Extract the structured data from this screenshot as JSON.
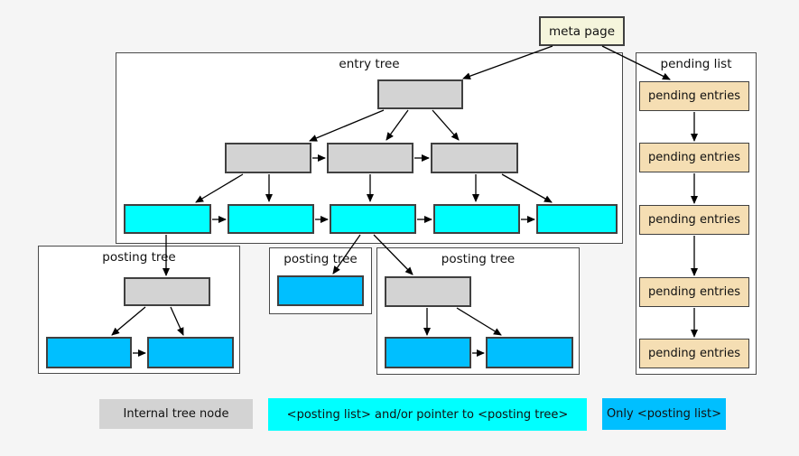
{
  "meta_page": {
    "label": "meta page"
  },
  "entry_tree": {
    "title": "entry tree"
  },
  "pending_list": {
    "title": "pending list",
    "entries": [
      "pending entries",
      "pending entries",
      "pending entries",
      "pending entries",
      "pending entries"
    ]
  },
  "posting_trees": [
    {
      "title": "posting tree"
    },
    {
      "title": "posting tree"
    },
    {
      "title": "posting tree"
    }
  ],
  "legend": [
    {
      "label": "Internal tree node",
      "color": "#d3d3d3"
    },
    {
      "label": "<posting list> and/or pointer to <posting tree>",
      "color": "#00ffff"
    },
    {
      "label": "Only <posting list>",
      "color": "#00bfff"
    }
  ],
  "colors": {
    "background": "#f5f5f5",
    "container_fill": "#ffffff",
    "container_border": "#4a4a4a",
    "node_border": "#404040",
    "internal_tree_node": "#d3d3d3",
    "posting_list_node": "#00ffff",
    "only_posting_list_node": "#00bfff",
    "pending_entry": "#f5deb3",
    "meta_page": "#f5f5dc",
    "arrow": "#000000"
  }
}
